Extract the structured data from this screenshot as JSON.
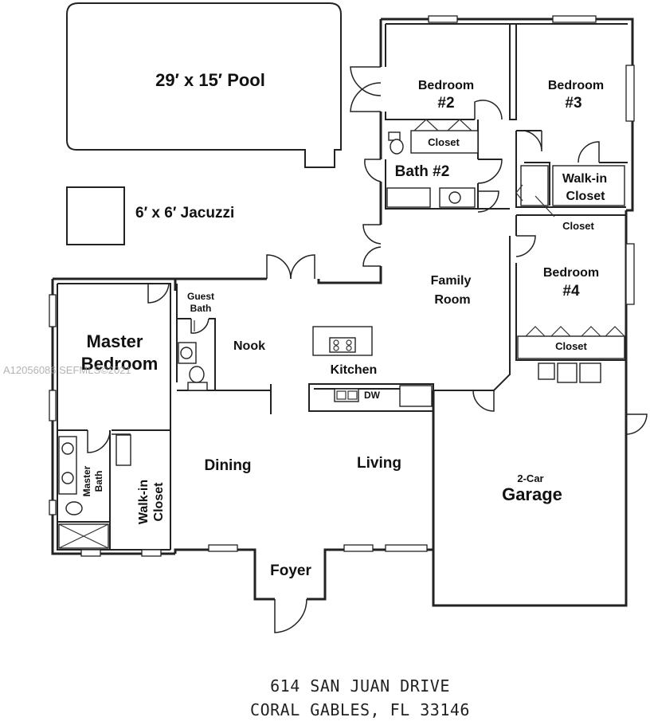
{
  "pool": {
    "label": "29′ x 15′ Pool"
  },
  "jacuzzi": {
    "label": "6′ x 6′ Jacuzzi"
  },
  "rooms": {
    "bedroom2": [
      "Bedroom",
      "#2"
    ],
    "bedroom3": [
      "Bedroom",
      "#3"
    ],
    "bedroom4": [
      "Bedroom",
      "#4"
    ],
    "bath2": "Bath #2",
    "closet_b2": "Closet",
    "walkin_closet_b3": [
      "Walk-in",
      "Closet"
    ],
    "closet_hall": "Closet",
    "closet_b4": "Closet",
    "family_room": [
      "Family",
      "Room"
    ],
    "master_bedroom": [
      "Master",
      "Bedroom"
    ],
    "guest_bath": [
      "Guest",
      "Bath"
    ],
    "nook": "Nook",
    "kitchen": "Kitchen",
    "dw": "DW",
    "dining": "Dining",
    "living": "Living",
    "master_bath": [
      "Master",
      "Bath"
    ],
    "master_walkin": [
      "Walk-in",
      "Closet"
    ],
    "foyer": "Foyer",
    "garage": [
      "2-Car",
      "Garage"
    ]
  },
  "address": {
    "line1": "614 SAN JUAN DRIVE",
    "line2": "CORAL GABLES, FL 33146"
  },
  "watermark": "A12056086  SEFMLS©2021"
}
